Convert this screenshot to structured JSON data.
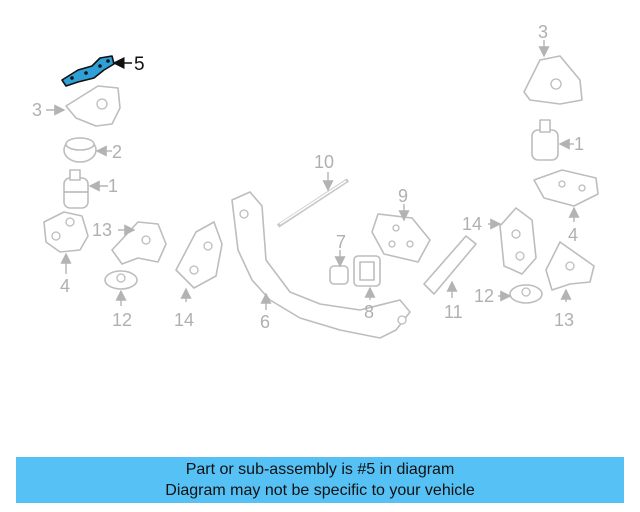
{
  "accent_color": "#56c1f5",
  "highlight_color": "#2f9fd8",
  "highlighted_callout": "5",
  "callouts": {
    "c5": "5",
    "c3_left": "3",
    "c2": "2",
    "c1_left": "1",
    "c13_left": "13",
    "c4_left": "4",
    "c12_left": "12",
    "c14_mid": "14",
    "c10": "10",
    "c6": "6",
    "c7": "7",
    "c8": "8",
    "c9": "9",
    "c11": "11",
    "c3_right": "3",
    "c1_right": "1",
    "c4_right": "4",
    "c14_right": "14",
    "c12_right": "12",
    "c13_right": "13"
  },
  "banner": {
    "line1": "Part or sub-assembly is #5 in diagram",
    "line2": "Diagram may not be specific to your vehicle"
  }
}
